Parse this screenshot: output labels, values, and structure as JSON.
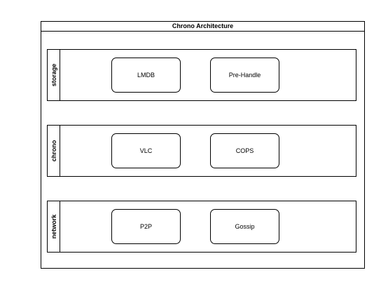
{
  "diagram": {
    "title": "Chrono Architecture",
    "lanes": [
      {
        "label": "storage",
        "nodes": [
          "LMDB",
          "Pre-Handle"
        ]
      },
      {
        "label": "chrono",
        "nodes": [
          "VLC",
          "COPS"
        ]
      },
      {
        "label": "network",
        "nodes": [
          "P2P",
          "Gossip"
        ]
      }
    ]
  }
}
